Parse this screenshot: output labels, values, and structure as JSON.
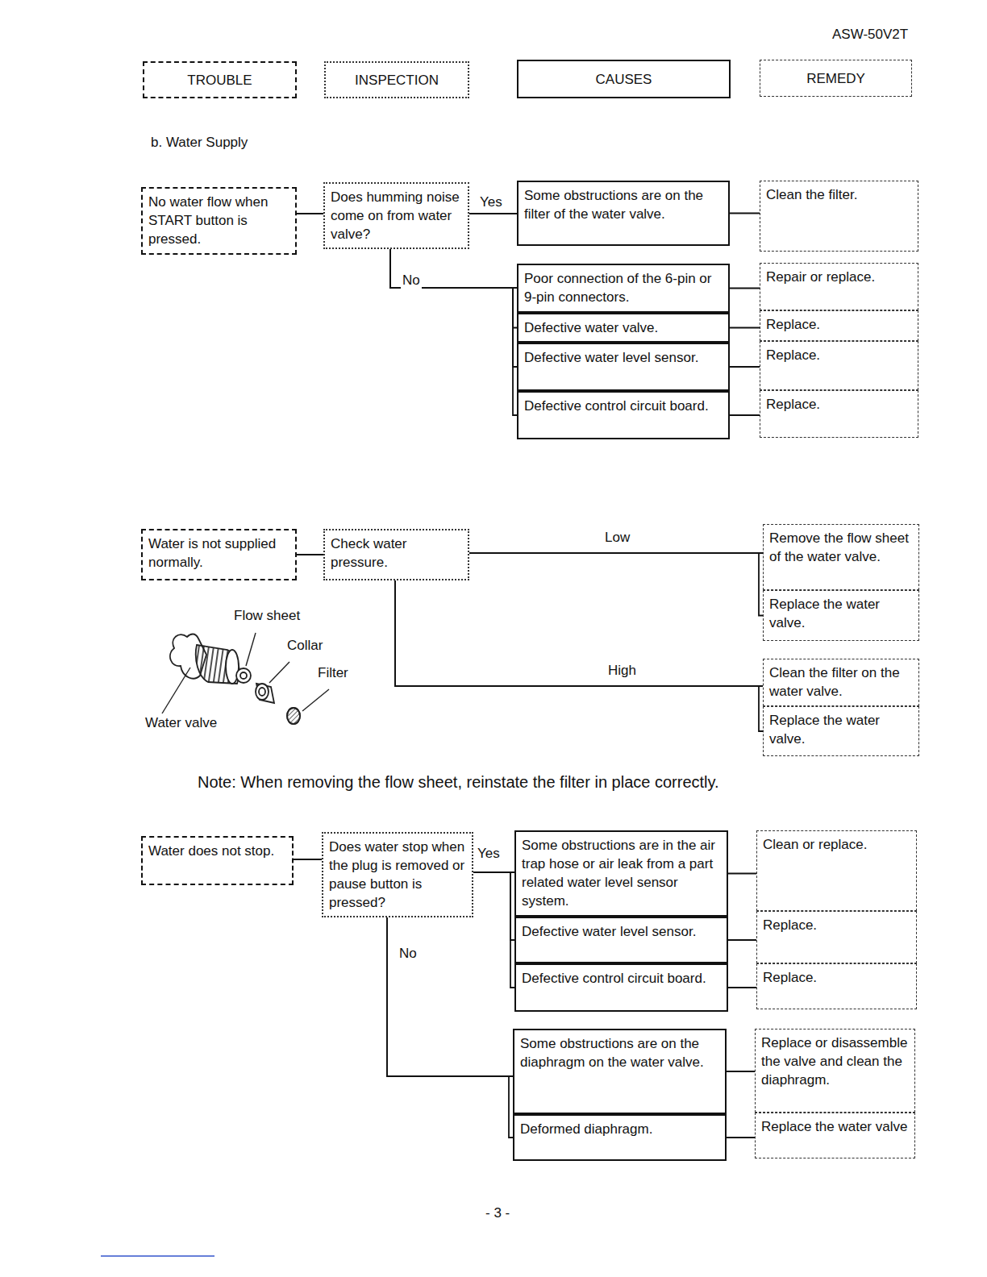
{
  "diagram": {
    "nodes": [
      {
        "text": [
          "TROUBLE"
        ]
      },
      {
        "text": [
          "INSPECTION"
        ]
      },
      {
        "text": [
          "CAUSES"
        ]
      },
      {
        "text": [
          "REMEDY"
        ]
      },
      {
        "text": [
          "No water flow when START button is pressed."
        ]
      },
      {
        "text": [
          "Does humming noise come on from water valve?"
        ]
      },
      {
        "text": [
          "Some obstructions are on the filter of the water valve."
        ]
      },
      {
        "text": [
          "Clean the filter."
        ]
      },
      {
        "text": [
          "Poor connection of the 6-pin or 9-pin connectors."
        ]
      },
      {
        "text": [
          "Defective water valve."
        ]
      },
      {
        "text": [
          "Defective water level sensor."
        ]
      },
      {
        "text": [
          "Defective control circuit board."
        ]
      },
      {
        "text": [
          "Repair or replace."
        ]
      },
      {
        "text": [
          "Replace."
        ]
      },
      {
        "text": [
          "Replace."
        ]
      },
      {
        "text": [
          "Replace."
        ]
      },
      {
        "text": [
          "Water is not supplied normally."
        ]
      },
      {
        "text": [
          "Check water pressure."
        ]
      },
      {
        "text": [
          "Remove the flow sheet of the water valve."
        ]
      },
      {
        "text": [
          "Replace the water valve."
        ]
      },
      {
        "text": [
          "Clean the filter on the water valve."
        ]
      },
      {
        "text": [
          "Replace the water valve."
        ]
      },
      {
        "text": [
          "Water does not stop."
        ]
      },
      {
        "text": [
          "Does water stop when the plug is removed or pause button is pressed?"
        ]
      },
      {
        "text": [
          "Some obstructions are in the air trap hose or air leak from a part related water level sensor system."
        ]
      },
      {
        "text": [
          "Defective water level sensor."
        ]
      },
      {
        "text": [
          "Defective control circuit board."
        ]
      },
      {
        "text": [
          "Clean or replace."
        ]
      },
      {
        "text": [
          "Replace."
        ]
      },
      {
        "text": [
          "Replace."
        ]
      },
      {
        "text": [
          "Some obstructions are on the diaphragm on the water valve."
        ]
      },
      {
        "text": [
          "Deformed diaphragm."
        ]
      },
      {
        "text": [
          "Replace or disassemble the valve and clean the diaphragm."
        ]
      },
      {
        "text": [
          "Replace the water valve"
        ]
      }
    ],
    "edges": [
      {
        "from": 4,
        "to": 5,
        "arrow": "none"
      },
      {
        "from": 5,
        "to": 6,
        "label": "Yes",
        "arrow": "none"
      },
      {
        "from": 6,
        "to": 7,
        "arrow": "none"
      },
      {
        "from": 5,
        "to": 8,
        "label": "No",
        "arrow": "none"
      },
      {
        "from": 5,
        "to": 9,
        "arrow": "none"
      },
      {
        "from": 5,
        "to": 10,
        "arrow": "none"
      },
      {
        "from": 5,
        "to": 11,
        "arrow": "none"
      },
      {
        "from": 8,
        "to": 12,
        "arrow": "none"
      },
      {
        "from": 9,
        "to": 13,
        "arrow": "none"
      },
      {
        "from": 10,
        "to": 14,
        "arrow": "none"
      },
      {
        "from": 11,
        "to": 15,
        "arrow": "none"
      },
      {
        "from": 16,
        "to": 17,
        "arrow": "none"
      },
      {
        "from": 17,
        "to": 18,
        "label": "Low",
        "arrow": "none"
      },
      {
        "from": 17,
        "to": 19,
        "arrow": "none"
      },
      {
        "from": 17,
        "to": 20,
        "label": "High",
        "arrow": "none"
      },
      {
        "from": 17,
        "to": 21,
        "arrow": "none"
      },
      {
        "from": 22,
        "to": 23,
        "arrow": "none"
      },
      {
        "from": 23,
        "to": 24,
        "label": "Yes",
        "arrow": "none"
      },
      {
        "from": 23,
        "to": 25,
        "arrow": "none"
      },
      {
        "from": 23,
        "to": 26,
        "arrow": "none"
      },
      {
        "from": 24,
        "to": 27,
        "arrow": "none"
      },
      {
        "from": 25,
        "to": 28,
        "arrow": "none"
      },
      {
        "from": 26,
        "to": 29,
        "arrow": "none"
      },
      {
        "from": 23,
        "to": 30,
        "label": "No",
        "arrow": "none"
      },
      {
        "from": 23,
        "to": 31,
        "arrow": "none"
      },
      {
        "from": 30,
        "to": 32,
        "arrow": "none"
      },
      {
        "from": 31,
        "to": 33,
        "arrow": "none"
      }
    ],
    "labels": [
      "ASW-50V2T",
      "b. Water Supply",
      "Flow sheet",
      "Collar",
      "Filter",
      "Water valve",
      "Note: When removing the flow sheet, reinstate the filter in place correctly.",
      "- 3 -"
    ]
  }
}
